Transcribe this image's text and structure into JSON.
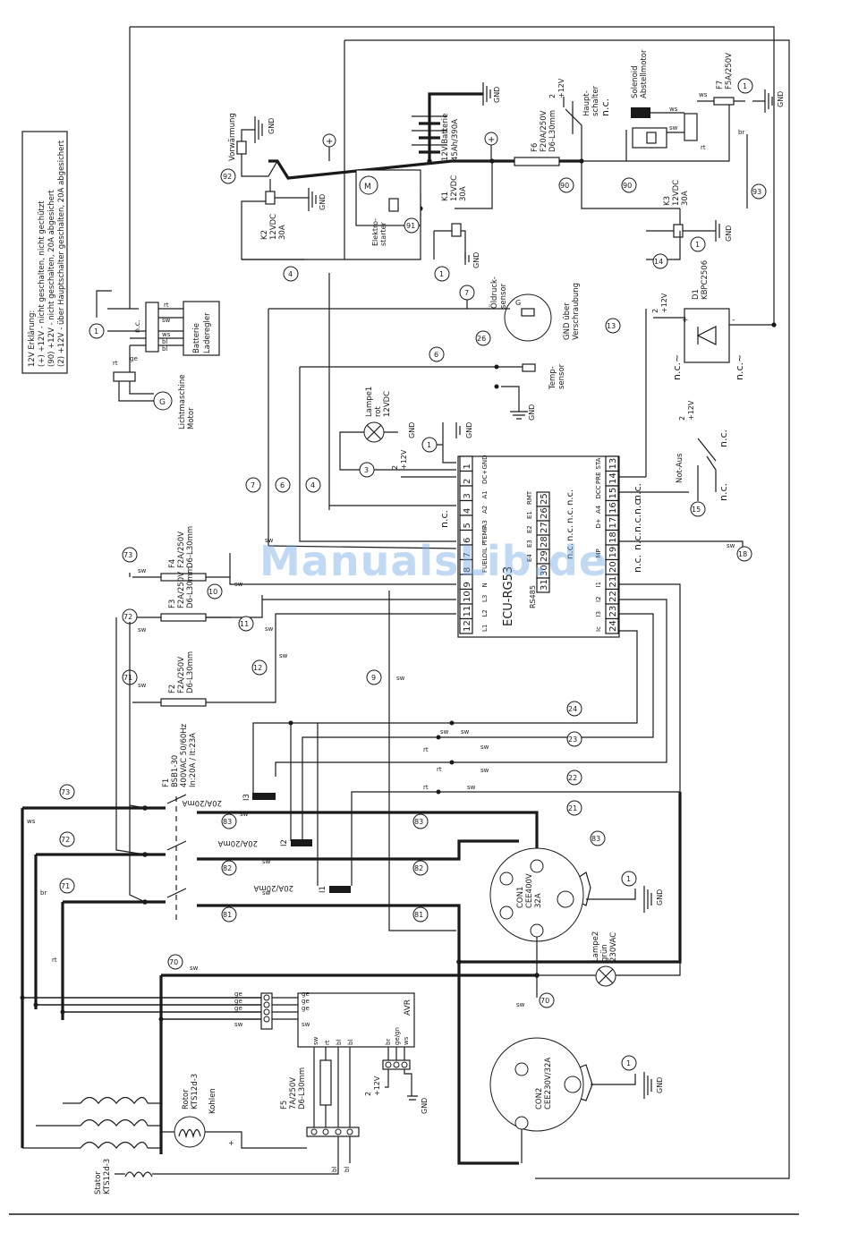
{
  "legend": {
    "title": "12V Erklärung:",
    "line1": "(+) +12V - nicht geschalten, nicht gechützt",
    "line2": "(90) +12V - nicht geschalten, 20A abgesichert",
    "line3": "(2) +12V - über Hauptschalter geschalten, 20A abgesichert"
  },
  "labels": {
    "gnd": "GND",
    "plus": "+",
    "minus": "-",
    "plus12": "+12V",
    "nc": "n.c.",
    "nc_tilde": "n.c.~",
    "vorwaermung": "Vorwärmung",
    "batterie": "12V Batterie",
    "batterie_spec": "45Ah/390A",
    "f6": "F6",
    "f6_spec": "F20A/250V",
    "f6_size": "D6-L30mm",
    "hauptschalter": "Haupt-",
    "hauptschalter2": "schalter",
    "solenoid": "Solenoid",
    "abstellmotor": "Abstellmotor",
    "f7": "F7",
    "f7_spec": "F5A/250V",
    "k1": "K1",
    "k1_spec": "12VDC",
    "k1_amp": "30A",
    "k2": "K2",
    "k3": "K3",
    "elektrostarter": "Elektro-",
    "elektrostarter2": "starter",
    "motor_m": "M",
    "oeldrucksensor": "Öldruck-",
    "oeldrucksensor2": "sensor",
    "gnd_verschraubung": "GND über",
    "gnd_verschraubung2": "Verschraubung",
    "tempsensor": "Temp-",
    "tempsensor2": "sensor",
    "lampe1": "Lampe1",
    "lampe1_color": "rot",
    "lampe1_spec": "12VDC",
    "d1": "D1",
    "d1_spec": "KBPC2506",
    "notaus": "Not-Aus",
    "batterie_laderegler": "Batterie",
    "laderegler": "Laderegler",
    "lichtmaschine": "Lichtmaschine",
    "motor": "Motor",
    "ecu": "ECU-RG53",
    "rs485": "RS485",
    "f1": "F1",
    "f1_spec1": "BSB1-30",
    "f1_spec2": "400VAC 50/60Hz",
    "f1_spec3": "In:20A / It:23A",
    "f2": "F2",
    "f3": "F3",
    "f4": "F4",
    "f_small_spec": "F2A/250V",
    "f_small_size": "D6-L30mm",
    "i1": "I1",
    "i2": "I2",
    "i3": "I3",
    "ct_spec": "20A/20mA",
    "con1": "CON1",
    "con1_spec": "CEE400V",
    "con1_amp": "32A",
    "con2": "CON2",
    "con2_spec": "CEE230V/32A",
    "lampe2": "Lampe2",
    "lampe2_color": "grün",
    "lampe2_spec": "230VAC",
    "avr": "AVR",
    "f5": "F5",
    "f5_spec": "7A/250V",
    "f5_size": "D6-L30mm",
    "rotor": "Rotor",
    "rotor_spec": "KTS12d-3",
    "kohlen": "Kohlen",
    "stator": "Stator",
    "stator_spec": "KTS12d-3",
    "g": "G",
    "watermark": "ManualsLib.de"
  },
  "wire_colors": {
    "sw": "sw",
    "rt": "rt",
    "ws": "ws",
    "br": "br",
    "bl": "bl",
    "ge": "ge",
    "gegn": "ge/gn"
  },
  "ecu_pins": {
    "top_row": [
      "1",
      "2",
      "3",
      "4",
      "5",
      "6",
      "7",
      "8",
      "9",
      "10",
      "11",
      "12"
    ],
    "top_labels": [
      "GND",
      "DC+",
      "A1",
      "A2",
      "A3",
      "TEMP",
      "OIL P",
      "FUEL",
      "N",
      "L3",
      "L2",
      "L1"
    ],
    "bottom_row": [
      "13",
      "14",
      "15",
      "16",
      "17",
      "18",
      "19",
      "20",
      "21",
      "22",
      "23",
      "24"
    ],
    "bottom_labels": [
      "STA",
      "PRE",
      "DCC",
      "A4",
      "D+",
      "",
      "MP",
      "",
      "I1",
      "I2",
      "I3",
      "Ic"
    ],
    "mid_row": [
      "25",
      "26",
      "27",
      "28",
      "29",
      "30",
      "31"
    ],
    "mid_labels": [
      "RMT",
      "E1",
      "E2",
      "E3",
      "E4",
      "",
      ""
    ]
  },
  "node_numbers": {
    "n1": "1",
    "n2": "2",
    "n3": "3",
    "n4": "4",
    "n6": "6",
    "n7": "7",
    "n9": "9",
    "n10": "10",
    "n11": "11",
    "n12": "12",
    "n13": "13",
    "n14": "14",
    "n15": "15",
    "n18": "18",
    "n21": "21",
    "n22": "22",
    "n23": "23",
    "n24": "24",
    "n26": "26",
    "n70": "70",
    "n71": "71",
    "n72": "72",
    "n73": "73",
    "n81": "81",
    "n82": "82",
    "n83": "83",
    "n90": "90",
    "n91": "91",
    "n92": "92",
    "n93": "93"
  }
}
